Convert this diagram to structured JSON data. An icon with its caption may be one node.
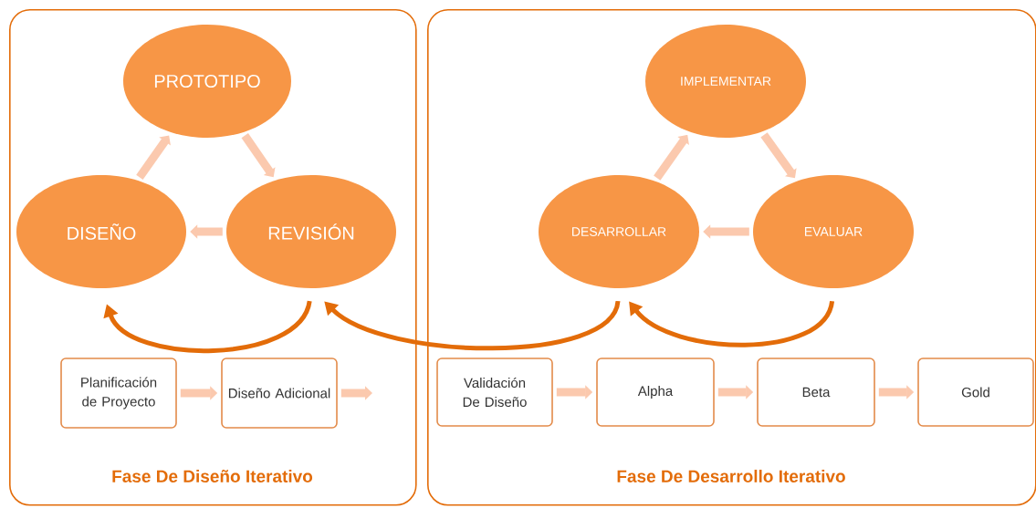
{
  "diagram": {
    "nodes": [
      {
        "text": [
          "Fase De Diseño Iterativo"
        ]
      },
      {
        "text": [
          "PROTOTIPO"
        ],
        "in": 0
      },
      {
        "text": [
          "DISEÑO"
        ],
        "in": 0
      },
      {
        "text": [
          "REVISIÓN"
        ],
        "in": 0
      },
      {
        "text": [
          "Planificación de Proyecto"
        ],
        "in": 0
      },
      {
        "text": [
          "Diseño Adicional"
        ],
        "in": 0
      },
      {
        "text": [
          "Fase De Desarrollo Iterativo"
        ]
      },
      {
        "text": [
          "IMPLEMENTAR"
        ],
        "in": 6
      },
      {
        "text": [
          "DESARROLLAR"
        ],
        "in": 6
      },
      {
        "text": [
          "EVALUAR"
        ],
        "in": 6
      },
      {
        "text": [
          "Validación De Diseño"
        ],
        "in": 6
      },
      {
        "text": [
          "Alpha"
        ],
        "in": 6
      },
      {
        "text": [
          "Beta"
        ],
        "in": 6
      },
      {
        "text": [
          "Gold"
        ],
        "in": 6
      }
    ],
    "edges": [
      {
        "from": 2,
        "to": 1,
        "arrow": "to"
      },
      {
        "from": 1,
        "to": 3,
        "arrow": "to"
      },
      {
        "from": 3,
        "to": 2,
        "arrow": "to"
      },
      {
        "from": 4,
        "to": 5,
        "arrow": "to"
      },
      {
        "from": 5,
        "to": null,
        "arrow": "to"
      },
      {
        "from": 8,
        "to": 7,
        "arrow": "to"
      },
      {
        "from": 7,
        "to": 9,
        "arrow": "to"
      },
      {
        "from": 9,
        "to": 8,
        "arrow": "to"
      },
      {
        "from": 10,
        "to": 11,
        "arrow": "to"
      },
      {
        "from": 11,
        "to": 12,
        "arrow": "to"
      },
      {
        "from": 12,
        "to": 13,
        "arrow": "to"
      },
      {
        "from": 3,
        "to": 2,
        "arrow": "to",
        "color": "#e36c09"
      },
      {
        "from": 8,
        "to": 3,
        "arrow": "to",
        "color": "#e36c09"
      },
      {
        "from": 9,
        "to": 8,
        "arrow": "to",
        "color": "#e36c09"
      }
    ]
  }
}
